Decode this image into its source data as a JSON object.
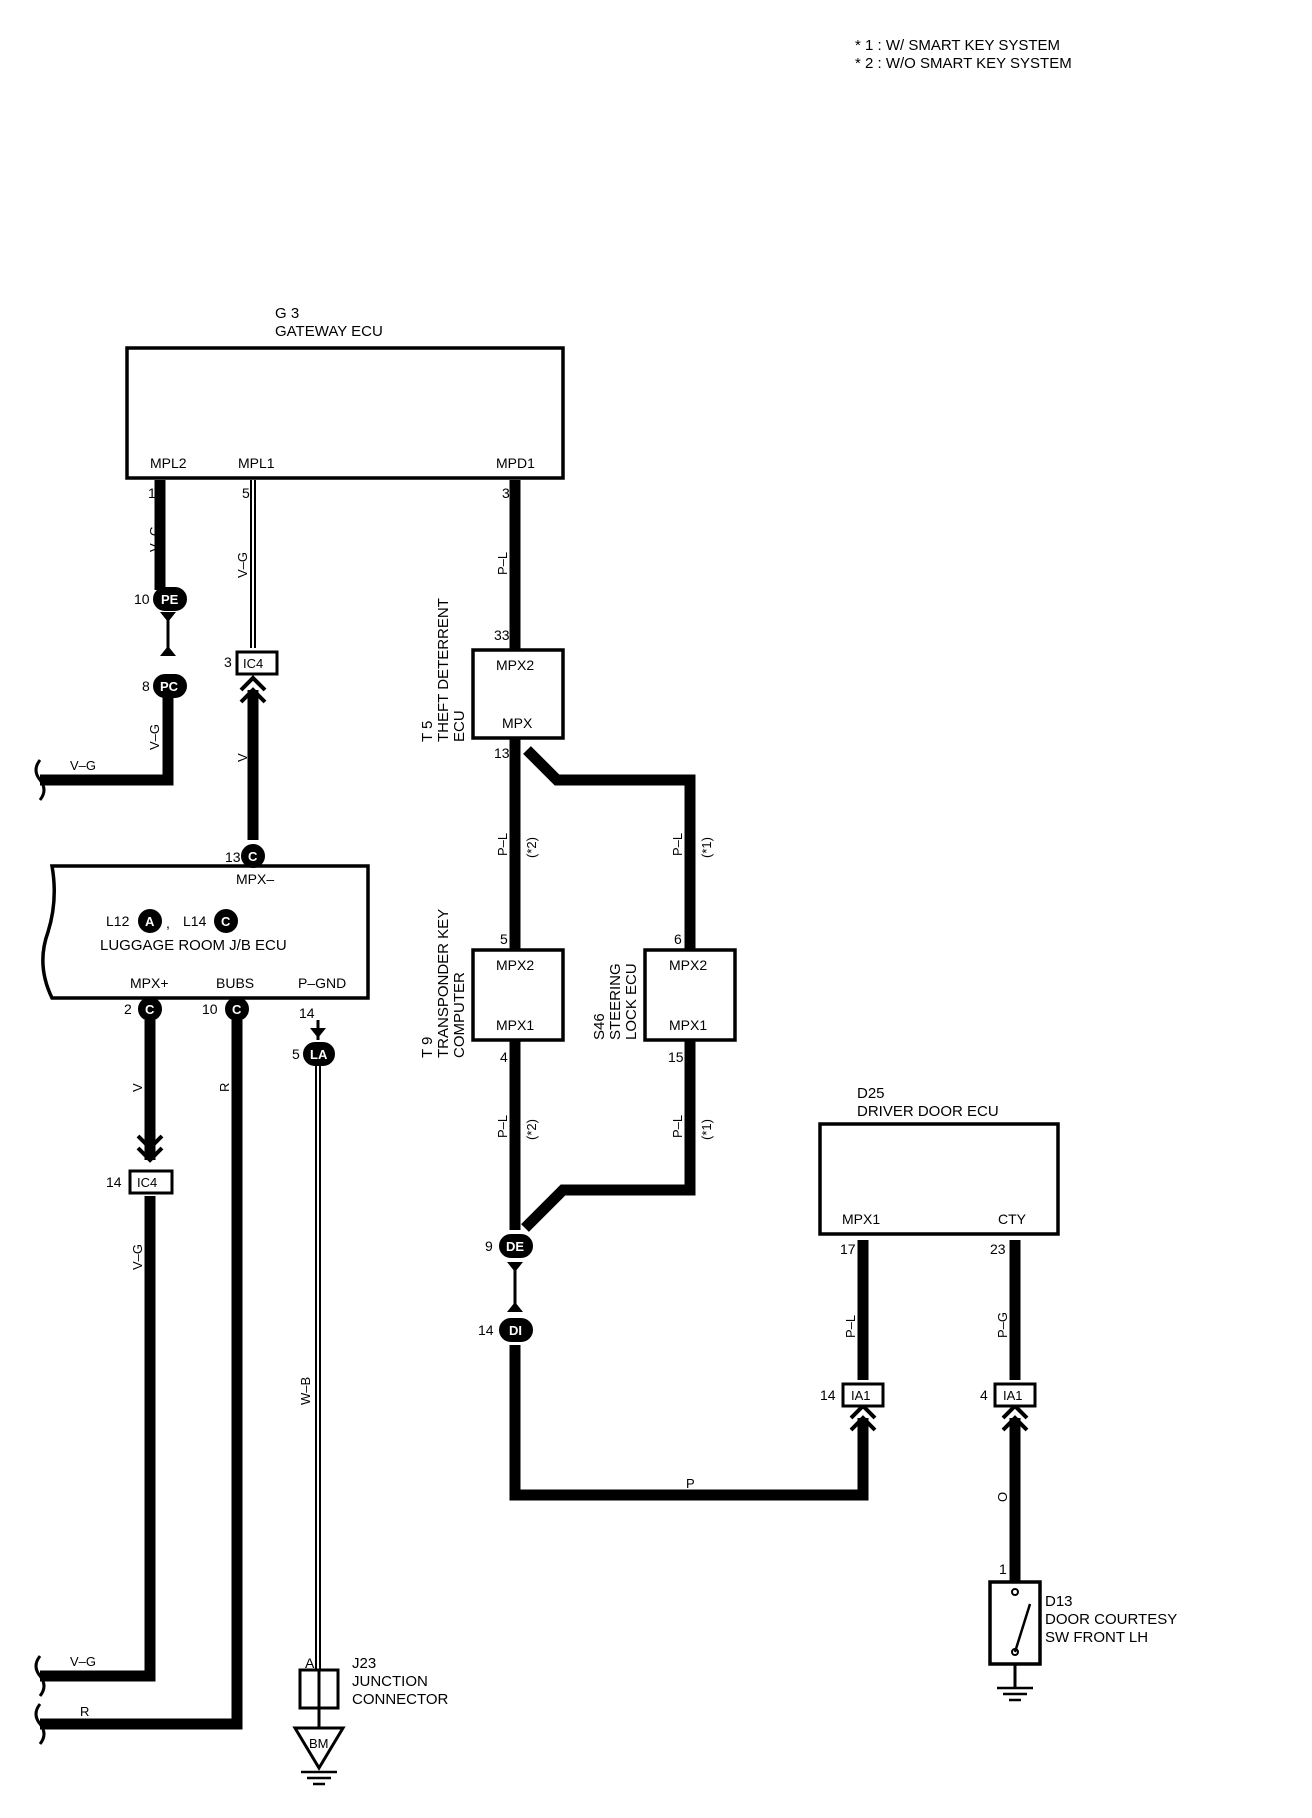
{
  "notes": {
    "n1": "* 1 : W/ SMART KEY SYSTEM",
    "n2": "* 2 : W/O SMART KEY SYSTEM"
  },
  "components": {
    "gateway": {
      "code": "G 3",
      "name": "GATEWAY ECU",
      "pins": {
        "mpl2": "MPL2",
        "mpl1": "MPL1",
        "mpd1": "MPD1"
      }
    },
    "theft": {
      "code": "T 5",
      "name1": "THEFT DETERRENT",
      "name2": "ECU",
      "pins": {
        "mpx2": "MPX2",
        "mpx": "MPX"
      }
    },
    "luggage": {
      "code_a": "L12",
      "conn_a": "A",
      "code_c": "L14",
      "conn_c": "C",
      "name": "LUGGAGE ROOM J/B ECU",
      "pins": {
        "mpx_minus": "MPX–",
        "mpx_plus": "MPX+",
        "bubs": "BUBS",
        "pgnd": "P–GND"
      }
    },
    "transponder": {
      "code": "T 9",
      "name1": "TRANSPONDER KEY",
      "name2": "COMPUTER",
      "pins": {
        "mpx2": "MPX2",
        "mpx1": "MPX1"
      }
    },
    "steering": {
      "code": "S46",
      "name1": "STEERING",
      "name2": "LOCK ECU",
      "pins": {
        "mpx2": "MPX2",
        "mpx1": "MPX1"
      }
    },
    "driver_door": {
      "code": "D25",
      "name": "DRIVER DOOR ECU",
      "pins": {
        "mpx1": "MPX1",
        "cty": "CTY"
      }
    },
    "junction": {
      "code": "J23",
      "name1": "JUNCTION",
      "name2": "CONNECTOR",
      "pin": "A",
      "ground": "BM"
    },
    "courtesy": {
      "code": "D13",
      "name1": "DOOR COURTESY",
      "name2": "SW FRONT LH",
      "pin": "1"
    }
  },
  "connectors": {
    "pe": {
      "id": "PE",
      "pin": "10"
    },
    "pc": {
      "id": "PC",
      "pin": "8"
    },
    "ic4_top": {
      "id": "IC4",
      "pin": "3"
    },
    "ic4_bot": {
      "id": "IC4",
      "pin": "14"
    },
    "lum_c_top": {
      "id": "C",
      "pin": "13"
    },
    "lum_c_mpx": {
      "id": "C",
      "pin": "2"
    },
    "lum_c_bubs": {
      "id": "C",
      "pin": "10"
    },
    "la": {
      "id": "LA",
      "pin_top": "14",
      "pin": "5"
    },
    "de": {
      "id": "DE",
      "pin": "9"
    },
    "di": {
      "id": "DI",
      "pin": "14"
    },
    "ia1_a": {
      "id": "IA1",
      "pin": "14"
    },
    "ia1_b": {
      "id": "IA1",
      "pin": "4"
    }
  },
  "pins": {
    "g_mpl2": "14",
    "g_mpl1": "5",
    "g_mpd1": "3",
    "t5_in": "33",
    "t5_out": "13",
    "t9_in": "5",
    "t9_out": "4",
    "s46_in": "6",
    "s46_out": "15",
    "d25_mpx1": "17",
    "d25_cty": "23"
  },
  "wires": {
    "vg": "V–G",
    "v": "V",
    "pl": "P–L",
    "r": "R",
    "wb": "W–B",
    "p": "P",
    "pg": "P–G",
    "o": "O",
    "note1": "(*1)",
    "note2": "(*2)"
  },
  "edge_labels": {
    "vg_top": "V–G",
    "vg_bot": "V–G",
    "r_bot": "R"
  }
}
